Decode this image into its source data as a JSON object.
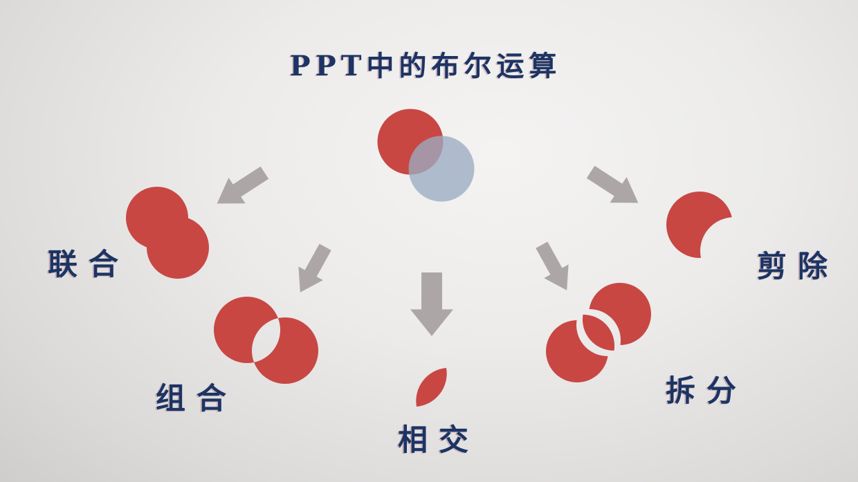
{
  "slide": {
    "title": "PPT中的布尔运算"
  },
  "operations": {
    "union": {
      "label": "联合"
    },
    "combine": {
      "label": "组合"
    },
    "intersect": {
      "label": "相交"
    },
    "fragment": {
      "label": "拆分"
    },
    "subtract": {
      "label": "剪除"
    }
  },
  "colors": {
    "shape_red": "#c84743",
    "shape_blue_gray": "#9bacc1",
    "overlap_mauve": "#a58b99",
    "arrow_gray": "#aca7a6",
    "label_navy": "#1c3464",
    "background_center": "#f4f3f2",
    "background_edge": "#c6c5c4"
  }
}
